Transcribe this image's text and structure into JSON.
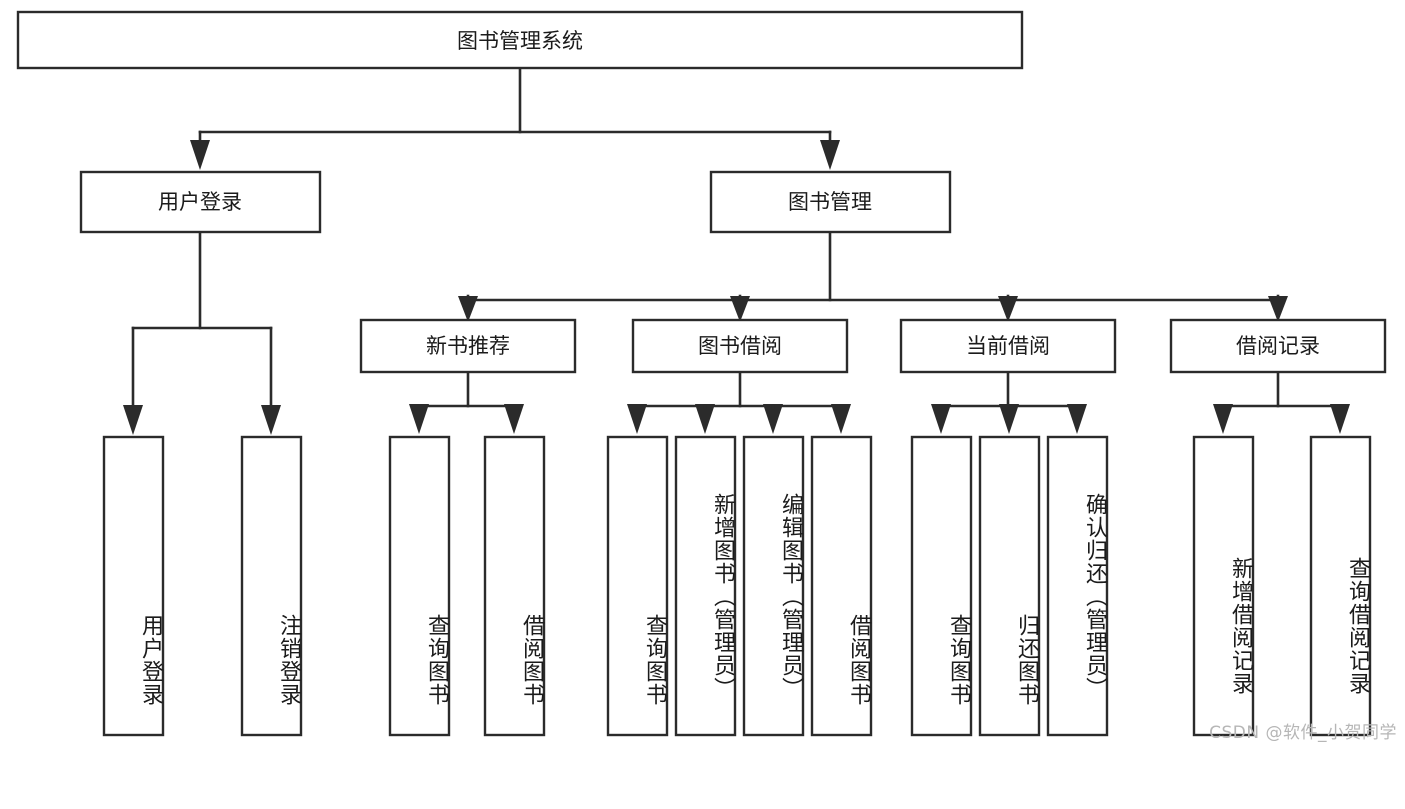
{
  "diagram": {
    "title": "图书管理系统",
    "watermark": "CSDN @软件_小贺同学",
    "colors": {
      "stroke": "#2b2b2b",
      "fill": "#ffffff",
      "text": "#1b1b1b",
      "watermark": "#b6b6b6"
    },
    "levels": {
      "root": {
        "label": "图书管理系统"
      },
      "level2": [
        {
          "label": "用户登录"
        },
        {
          "label": "图书管理"
        }
      ],
      "level3": [
        {
          "label": "新书推荐"
        },
        {
          "label": "图书借阅"
        },
        {
          "label": "当前借阅"
        },
        {
          "label": "借阅记录"
        }
      ],
      "leaves": [
        {
          "label": "用户登录",
          "parent": "用户登录"
        },
        {
          "label": "注销登录",
          "parent": "用户登录"
        },
        {
          "label": "查询图书",
          "parent": "新书推荐"
        },
        {
          "label": "借阅图书",
          "parent": "新书推荐"
        },
        {
          "label": "查询图书",
          "parent": "图书借阅"
        },
        {
          "label": "新增图书（管理员）",
          "parent": "图书借阅"
        },
        {
          "label": "编辑图书（管理员）",
          "parent": "图书借阅"
        },
        {
          "label": "借阅图书",
          "parent": "图书借阅"
        },
        {
          "label": "查询图书",
          "parent": "当前借阅"
        },
        {
          "label": "归还图书",
          "parent": "当前借阅"
        },
        {
          "label": "确认归还（管理员）",
          "parent": "当前借阅"
        },
        {
          "label": "新增借阅记录",
          "parent": "借阅记录"
        },
        {
          "label": "查询借阅记录",
          "parent": "借阅记录"
        }
      ]
    }
  },
  "chart_data": {
    "type": "diagram",
    "title": "图书管理系统",
    "nodes": [
      {
        "id": "n0",
        "label": "图书管理系统",
        "level": 0
      },
      {
        "id": "n1",
        "label": "用户登录",
        "level": 1
      },
      {
        "id": "n2",
        "label": "图书管理",
        "level": 1
      },
      {
        "id": "n3",
        "label": "新书推荐",
        "level": 2
      },
      {
        "id": "n4",
        "label": "图书借阅",
        "level": 2
      },
      {
        "id": "n5",
        "label": "当前借阅",
        "level": 2
      },
      {
        "id": "n6",
        "label": "借阅记录",
        "level": 2
      },
      {
        "id": "l1",
        "label": "用户登录",
        "level": 3
      },
      {
        "id": "l2",
        "label": "注销登录",
        "level": 3
      },
      {
        "id": "l3",
        "label": "查询图书",
        "level": 3
      },
      {
        "id": "l4",
        "label": "借阅图书",
        "level": 3
      },
      {
        "id": "l5",
        "label": "查询图书",
        "level": 3
      },
      {
        "id": "l6",
        "label": "新增图书（管理员）",
        "level": 3
      },
      {
        "id": "l7",
        "label": "编辑图书（管理员）",
        "level": 3
      },
      {
        "id": "l8",
        "label": "借阅图书",
        "level": 3
      },
      {
        "id": "l9",
        "label": "查询图书",
        "level": 3
      },
      {
        "id": "l10",
        "label": "归还图书",
        "level": 3
      },
      {
        "id": "l11",
        "label": "确认归还（管理员）",
        "level": 3
      },
      {
        "id": "l12",
        "label": "新增借阅记录",
        "level": 3
      },
      {
        "id": "l13",
        "label": "查询借阅记录",
        "level": 3
      }
    ],
    "edges": [
      {
        "from": "n0",
        "to": "n1"
      },
      {
        "from": "n0",
        "to": "n2"
      },
      {
        "from": "n2",
        "to": "n3"
      },
      {
        "from": "n2",
        "to": "n4"
      },
      {
        "from": "n2",
        "to": "n5"
      },
      {
        "from": "n2",
        "to": "n6"
      },
      {
        "from": "n1",
        "to": "l1"
      },
      {
        "from": "n1",
        "to": "l2"
      },
      {
        "from": "n3",
        "to": "l3"
      },
      {
        "from": "n3",
        "to": "l4"
      },
      {
        "from": "n4",
        "to": "l5"
      },
      {
        "from": "n4",
        "to": "l6"
      },
      {
        "from": "n4",
        "to": "l7"
      },
      {
        "from": "n4",
        "to": "l8"
      },
      {
        "from": "n5",
        "to": "l9"
      },
      {
        "from": "n5",
        "to": "l10"
      },
      {
        "from": "n5",
        "to": "l11"
      },
      {
        "from": "n6",
        "to": "l12"
      },
      {
        "from": "n6",
        "to": "l13"
      }
    ]
  }
}
